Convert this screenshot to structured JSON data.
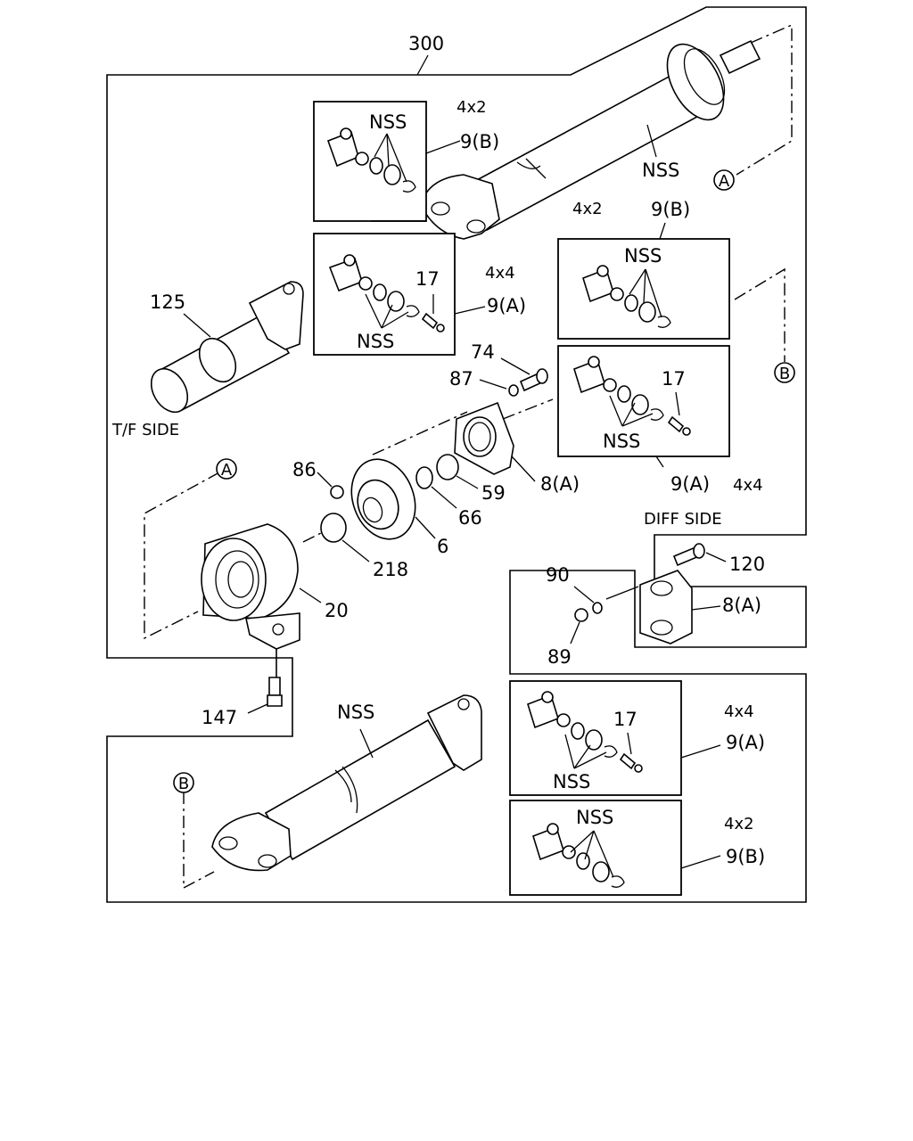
{
  "labels": {
    "assy": "300",
    "l_4x2_a": "4x2",
    "l_9b_a": "9(B)",
    "l_nss_a": "NSS",
    "l_nss_shaft_top": "NSS",
    "l_4x2_b": "4x2",
    "l_9b_b": "9(B)",
    "l_nss_b": "NSS",
    "l_4x4_a": "4x4",
    "l_17_a": "17",
    "l_9a_a": "9(A)",
    "l_nss_c": "NSS",
    "l_125": "125",
    "tf_side": "T/F SIDE",
    "l_74": "74",
    "l_87": "87",
    "l_17_b": "17",
    "l_nss_d": "NSS",
    "l_86": "86",
    "l_59": "59",
    "l_8a_a": "8(A)",
    "l_9a_b": "9(A)",
    "l_4x4_b": "4x4",
    "l_66": "66",
    "l_6": "6",
    "l_218": "218",
    "l_20": "20",
    "diff_side": "DIFF SIDE",
    "l_120": "120",
    "l_90": "90",
    "l_8a_b": "8(A)",
    "l_89": "89",
    "l_147": "147",
    "l_nss_shaft_bottom": "NSS",
    "l_4x4_c": "4x4",
    "l_17_c": "17",
    "l_9a_c": "9(A)",
    "l_nss_e": "NSS",
    "l_nss_f": "NSS",
    "l_4x2_c": "4x2",
    "l_9b_c": "9(B)",
    "ref_a1": "A",
    "ref_a2": "A",
    "ref_b1": "B",
    "ref_b2": "B"
  }
}
